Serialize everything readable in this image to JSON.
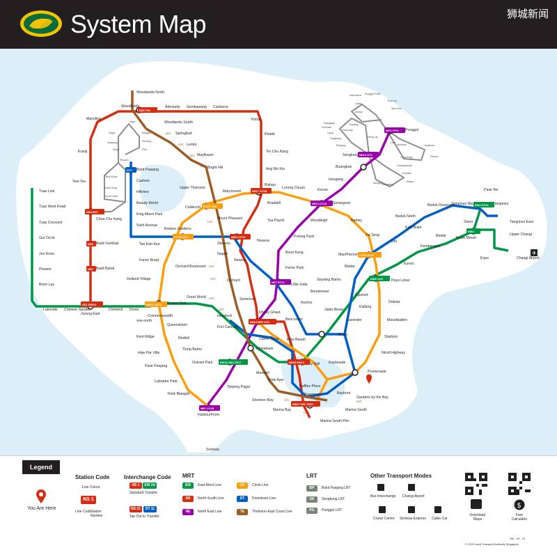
{
  "header": {
    "title": "System Map",
    "watermark": "狮城新闻"
  },
  "colors": {
    "ew": "#009645",
    "ns": "#d42e12",
    "ne": "#9900aa",
    "cc": "#fa9e0d",
    "dt": "#005ec4",
    "te": "#9d5b25",
    "lrt": "#748477",
    "water": "#dceff8",
    "land": "#ffffff"
  },
  "map": {
    "stations": {
      "woodlands_north": "Woodlands North",
      "woodlands": "Woodlands",
      "admiralty": "Admiralty",
      "sembawang": "Sembawang",
      "canberra": "Canberra",
      "yishun": "Yishun",
      "marsiling": "Marsiling",
      "woodlands_south": "Woodlands South",
      "khatib": "Khatib",
      "springleaf": "Springleaf",
      "kranji": "Kranji",
      "lentor": "Lentor",
      "mayflower": "Mayflower",
      "yio_chu_kang": "Yio Chu Kang",
      "bright_hill": "Bright Hill",
      "ang_mo_kio": "Ang Mo Kio",
      "bukit_panjang": "Bukit Panjang",
      "cashew": "Cashew",
      "yew_tee": "Yew Tee",
      "hillview": "Hillview",
      "upper_thomson": "Upper Thomson",
      "marymount": "Marymount",
      "bishan": "Bishan",
      "lorong_chuan": "Lorong Chuan",
      "beauty_world": "Beauty World",
      "caldecott": "Caldecott",
      "braddell": "Braddell",
      "serangoon": "Serangoon",
      "choa_chu_kang": "Choa Chu Kang",
      "king_albert_park": "King Albert Park",
      "mount_pleasant": "Mount Pleasant",
      "toa_payoh": "Toa Payoh",
      "woodleigh": "Woodleigh",
      "bartley": "Bartley",
      "sixth_avenue": "Sixth Avenue",
      "botanic_gardens": "Botanic Gardens",
      "novena": "Novena",
      "potong_pasir": "Potong Pasir",
      "tai_seng": "Tai Seng",
      "tan_kah_kee": "Tan Kah Kee",
      "stevens": "Stevens",
      "ubi": "Ubi",
      "bukit_gombak": "Bukit Gombak",
      "newton": "Newton",
      "boon_keng": "Boon Keng",
      "macpherson": "MacPherson",
      "farrer_road": "Farrer Road",
      "napier": "Napier",
      "farrer_park": "Farrer Park",
      "orchard_boulevard": "Orchard Boulevard",
      "mattar": "Mattar",
      "bukit_batok": "Bukit Batok",
      "holland_village": "Holland Village",
      "orchard": "Orchard",
      "little_india": "Little India",
      "geylang_bahru": "Geylang Bahru",
      "bendemeer": "Bendemeer",
      "aljunied": "Aljunied",
      "great_world": "Great World",
      "rochor": "Rochor",
      "somerset": "Somerset",
      "jalan_besar": "Jalan Besar",
      "kallang": "Kallang",
      "dakota": "Dakota",
      "buona_vista": "Buona Vista",
      "dhoby_ghaut": "Dhoby Ghaut",
      "havelock": "Havelock",
      "bencoolen": "Bencoolen",
      "lavender": "Lavender",
      "mountbatten": "Mountbatten",
      "commonwealth": "Commonwealth",
      "one_north": "one-north",
      "fort_canning": "Fort Canning",
      "queenstown": "Queenstown",
      "bugis": "Bugis",
      "stadium": "Stadium",
      "clarke_quay": "Clarke Quay",
      "bras_basah": "Bras Basah",
      "kent_ridge": "Kent Ridge",
      "redhill": "Redhill",
      "chinatown": "Chinatown",
      "nicoll_highway": "Nicoll Highway",
      "haw_par_villa": "Haw Par Villa",
      "tiong_bahru": "Tiong Bahru",
      "esplanade": "Esplanade",
      "city_hall": "City Hall",
      "pasir_panjang": "Pasir Panjang",
      "outram_park": "Outram Park",
      "promenade": "Promenade",
      "maxwell": "Maxwell",
      "telok_ayer": "Telok Ayer",
      "raffles_place": "Raffles Place",
      "labrador_park": "Labrador Park",
      "tanjong_pagar": "Tanjong Pagar",
      "downtown": "Downtown",
      "bayfront": "Bayfront",
      "telok_blangah": "Telok Blangah",
      "shenton_way": "Shenton Way",
      "gardens_by_the_bay": "Gardens by the Bay",
      "marina_bay": "Marina Bay",
      "marina_south": "Marina South",
      "harbourfront": "HarbourFront",
      "marina_south_pier": "Marina South Pier",
      "sentosa": "Sentosa",
      "tuas_link": "Tuas Link",
      "tuas_west_road": "Tuas West Road",
      "tuas_crescent": "Tuas Crescent",
      "gul_circle": "Gul Circle",
      "joo_koon": "Joo Koon",
      "pioneer": "Pioneer",
      "boon_lay": "Boon Lay",
      "lakeside": "Lakeside",
      "chinese_garden": "Chinese Garden",
      "jurong_east": "Jurong East",
      "clementi": "Clementi",
      "dover": "Dover",
      "hougang": "Hougang",
      "kovan": "Kovan",
      "sengkang": "Sengkang",
      "buangkok": "Buangkok",
      "punggol": "Punggol",
      "pasir_ris": "Pasir Ris",
      "tampines": "Tampines",
      "tampines_west": "Tampines West",
      "tampines_east": "Tampines East",
      "bedok_reservoir": "Bedok Reservoir",
      "bedok_north": "Bedok North",
      "kaki_bukit": "Kaki Bukit",
      "simei": "Simei",
      "upper_changi": "Upper Changi",
      "tanah_merah": "Tanah Merah",
      "expo": "Expo",
      "changi_airport": "Changi Airport",
      "bedok": "Bedok",
      "kembangan": "Kembangan",
      "eunos": "Eunos",
      "paya_lebar": "Paya Lebar",
      "jelapang": "Jelapang",
      "fajar": "Fajar",
      "bangkit": "Bangkit",
      "pending": "Pending",
      "petir": "Petir",
      "segar": "Segar",
      "senja": "Senja",
      "phoenix": "Phoenix",
      "south_view": "South View",
      "keat_hong": "Keat Hong",
      "teck_whye": "Teck Whye",
      "samudera": "Samudera",
      "punggol_point": "Punggol Point",
      "teck_lee": "Teck Lee",
      "oasis": "Oasis",
      "sam_kee": "Sam Kee",
      "kadaloor": "Kadaloor",
      "riviera": "Riviera",
      "coral_edge": "Coral Edge",
      "meridian": "Meridian",
      "cove": "Cove",
      "damai": "Damai",
      "thanggam": "Thanggam",
      "fernvale": "Fernvale",
      "kupang": "Kupang",
      "layar": "Layar",
      "farmway": "Farmway",
      "tongkang": "Tongkang",
      "cheng_lim": "Cheng Lim",
      "renjong": "Renjong",
      "rumbia": "Rumbia",
      "compassvale": "Compassvale",
      "bakau": "Bakau",
      "kangkar": "Kangkar",
      "ranggung": "Ranggung"
    },
    "codes": {
      "woodlands": "NS9 TE2",
      "bukit_panjang": "DT1",
      "choa_chu_kang": "NS4 BP1",
      "jurong_east": "NS1 EW24",
      "bishan": "NS17 CC15",
      "serangoon": "NE12 CC13",
      "buona_vista": "EW21 CC22",
      "dhoby_ghaut": "NS24 NE6 CC1",
      "outram_park": "EW16 NE3 TE17",
      "city_hall": "NS25 EW13",
      "raffles_place": "NS26 EW14",
      "marina_bay": "NS27 CE2 TE20",
      "harbourfront": "NE1 CC29",
      "paya_lebar": "EW8 CC9",
      "tanah_merah": "EW4",
      "tampines": "EW2 DT32",
      "little_india": "NE7 DT12",
      "macpherson": "CC10 DT26",
      "botanic_gardens": "CC19 DT9",
      "newton": "NS21 DT11",
      "caldecott": "CC17 TE9",
      "sengkang": "NE16 STC",
      "punggol": "NE17 PTC",
      "bukit_gombak": "NS3",
      "bukit_batok": "NS2"
    },
    "future": "U/C"
  },
  "legend": {
    "title": "Legend",
    "you_are_here": "You Are Here",
    "station_code": {
      "heading": "Station Code",
      "line_colour": "Line Colour",
      "sample": "NS 1",
      "line_code": "Line Code",
      "station_number": "Station Number"
    },
    "interchange": {
      "heading": "Interchange Code",
      "standard_codes": [
        "NS 1",
        "EW 24"
      ],
      "standard": "Standard Transfer",
      "tap_codes": [
        "NS 21",
        "DT 11"
      ],
      "tap": "Tap Out to Transfer"
    },
    "mrt": {
      "heading": "MRT",
      "lines": [
        {
          "code": "EW",
          "name": "East-West Line"
        },
        {
          "code": "NS",
          "name": "North-South Line"
        },
        {
          "code": "NE",
          "name": "North East Line"
        },
        {
          "code": "CC",
          "name": "Circle Line"
        },
        {
          "code": "DT",
          "name": "Downtown Line"
        },
        {
          "code": "TE",
          "name": "Thomson-East Coast Line"
        }
      ]
    },
    "lrt": {
      "heading": "LRT",
      "lines": [
        {
          "code": "BP",
          "name": "Bukit Panjang LRT"
        },
        {
          "code": "SK",
          "name": "Sengkang LRT"
        },
        {
          "code": "PG",
          "name": "Punggol LRT"
        }
      ]
    },
    "other": {
      "heading": "Other Transport Modes",
      "items": [
        "Bus Interchange",
        "Changi Airport",
        "Cruise Centre",
        "Sentosa Express",
        "Cable Car"
      ]
    },
    "download": "Download Maps",
    "fare": "Fare Calculator",
    "version": "SM - 20 - 19",
    "copyright": "© 2020 Land Transport Authority Singapore"
  }
}
